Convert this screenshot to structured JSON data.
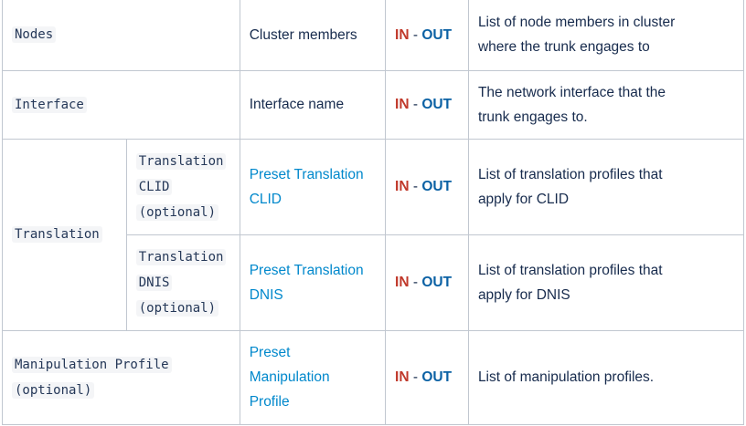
{
  "rows": {
    "nodes": {
      "parameter": "Nodes",
      "label": "Cluster members",
      "direction": {
        "in": "IN",
        "sep": "-",
        "out": "OUT"
      },
      "description_lines": [
        "List of node members in cluster",
        "where the trunk engages to"
      ]
    },
    "interface": {
      "parameter": "Interface",
      "label": "Interface name",
      "direction": {
        "in": "IN",
        "sep": "-",
        "out": "OUT"
      },
      "description_lines": [
        "The network interface that the",
        "trunk engages to."
      ]
    },
    "translation": {
      "parameter": "Translation",
      "clid": {
        "sub_parameter_lines": [
          "Translation",
          "CLID",
          "(optional)"
        ],
        "label_lines": [
          "Preset Translation",
          "CLID"
        ],
        "direction": {
          "in": "IN",
          "sep": "-",
          "out": "OUT"
        },
        "description_lines": [
          "List of translation profiles that",
          "apply for CLID"
        ]
      },
      "dnis": {
        "sub_parameter_lines": [
          "Translation",
          "DNIS",
          "(optional)"
        ],
        "label_lines": [
          "Preset Translation",
          "DNIS"
        ],
        "direction": {
          "in": "IN",
          "sep": "-",
          "out": "OUT"
        },
        "description_lines": [
          "List of translation profiles that",
          "apply for DNIS"
        ]
      }
    },
    "manipulation": {
      "parameter_lines": [
        "Manipulation Profile",
        "(optional)"
      ],
      "label_lines": [
        "Preset",
        "Manipulation",
        "Profile"
      ],
      "direction": {
        "in": "IN",
        "sep": "-",
        "out": "OUT"
      },
      "description": "List of manipulation profiles."
    }
  },
  "colors": {
    "in": "#c0392b",
    "out": "#0b61a4",
    "link": "#0088cc",
    "border": "#c1c7d0",
    "code_bg": "#f4f5f7"
  }
}
